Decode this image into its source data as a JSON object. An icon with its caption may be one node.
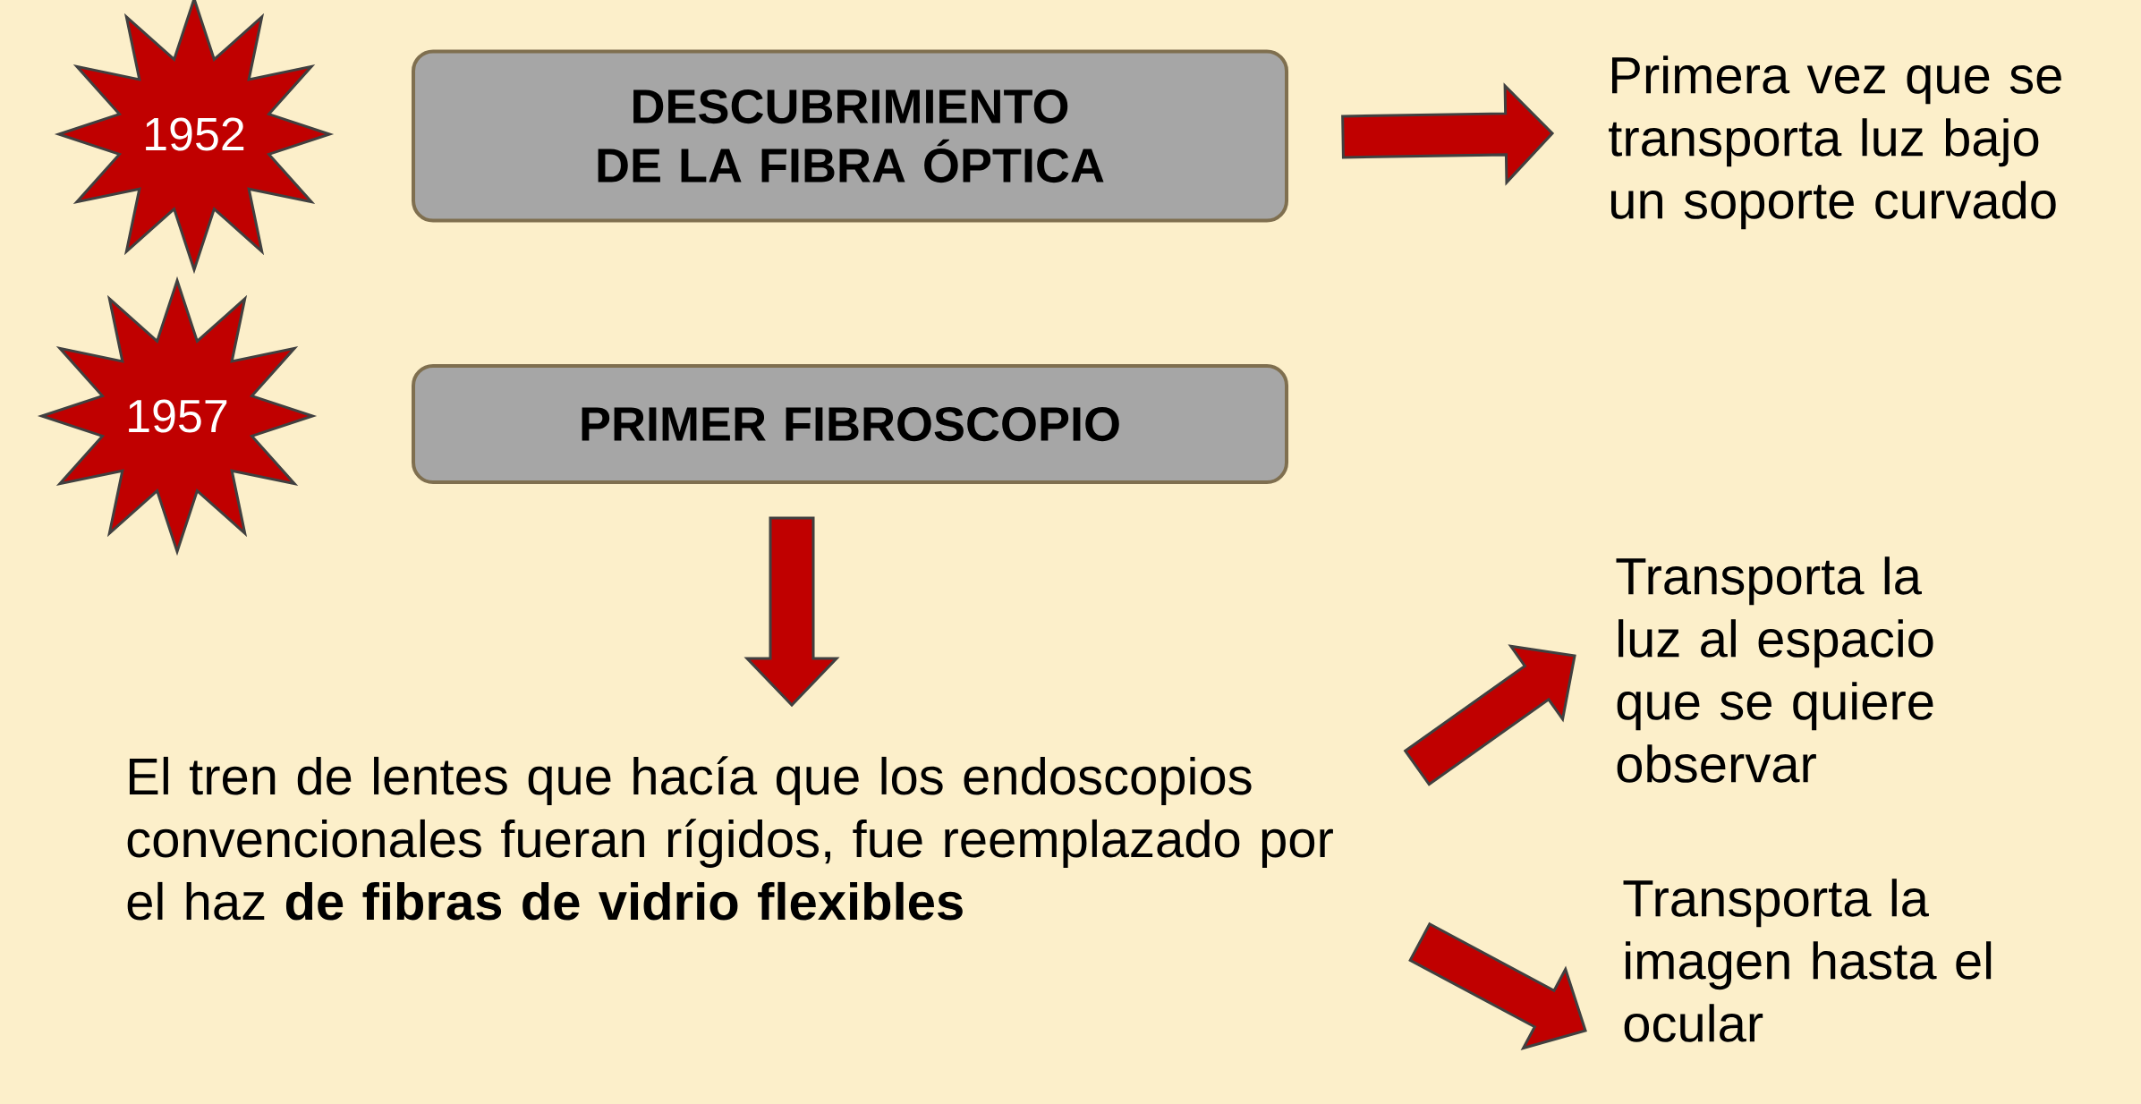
{
  "diagram": {
    "nodes": [
      {
        "text": [
          "1952"
        ]
      },
      {
        "text": [
          "DESCUBRIMIENTO DE LA FIBRA ÓPTICA"
        ]
      },
      {
        "text": [
          "Primera vez que se transporta luz bajo un soporte curvado"
        ]
      },
      {
        "text": [
          "1957"
        ]
      },
      {
        "text": [
          "PRIMER FIBROSCOPIO"
        ]
      },
      {
        "text": [
          "El tren de lentes que hacía que los endoscopios convencionales fueran rígidos, fue reemplazado por el haz **de fibras de vidrio flexibles**"
        ]
      },
      {
        "text": [
          "Transporta la luz al espacio que se quiere observar"
        ]
      },
      {
        "text": [
          "Transporta la imagen hasta el ocular"
        ]
      }
    ],
    "edges": [
      {
        "from": 1,
        "to": 2,
        "arrow": "to"
      },
      {
        "from": 4,
        "to": 5,
        "arrow": "to"
      },
      {
        "from": 5,
        "to": 6,
        "arrow": "to"
      },
      {
        "from": 5,
        "to": 7,
        "arrow": "to"
      }
    ]
  }
}
